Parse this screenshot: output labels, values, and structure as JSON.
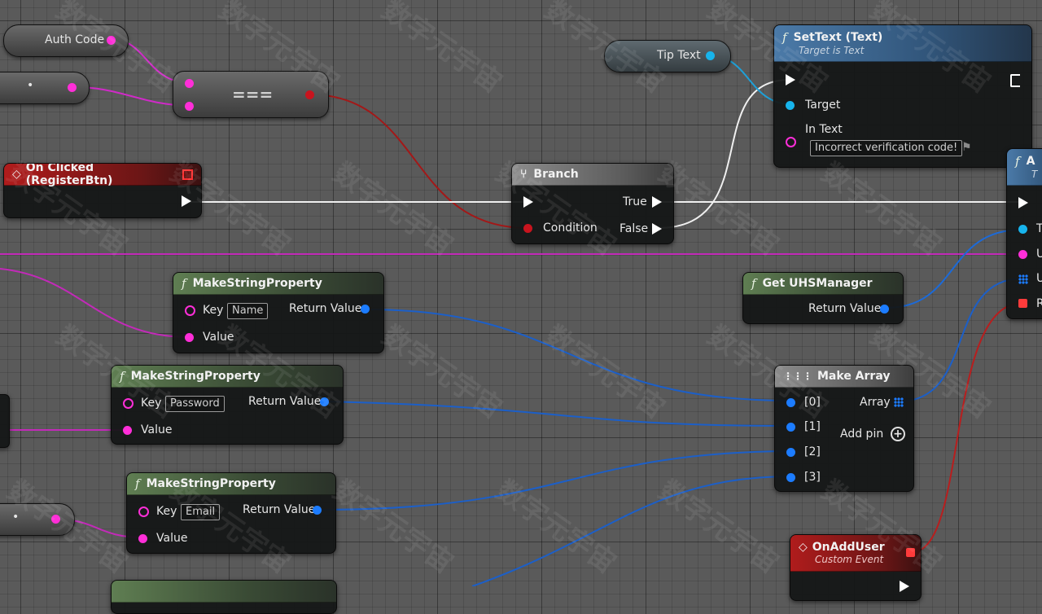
{
  "nodes": {
    "auth_code": {
      "label": "Auth Code"
    },
    "dot_top": {
      "label": "•"
    },
    "dot_bottom": {
      "label": "•"
    },
    "equal": {
      "label": "==="
    },
    "on_clicked": {
      "title": "On Clicked (RegisterBtn)"
    },
    "branch": {
      "title": "Branch",
      "true_label": "True",
      "false_label": "False",
      "condition_label": "Condition"
    },
    "tip_text": {
      "label": "Tip Text"
    },
    "set_text": {
      "title": "SetText (Text)",
      "subtitle": "Target is Text",
      "target_label": "Target",
      "in_text_label": "In Text",
      "in_text_value": "Incorrect verification code!"
    },
    "right_partial": {
      "title": "A",
      "subtitle": "T",
      "pin1": "T",
      "pin2": "U",
      "pin3": "Us",
      "pin4": "Re"
    },
    "get_uhs": {
      "title": "Get UHSManager",
      "return_label": "Return Value"
    },
    "make_string_1": {
      "title": "MakeStringProperty",
      "key_label": "Key",
      "key_value": "Name",
      "value_label": "Value",
      "return_label": "Return Value"
    },
    "make_string_2": {
      "title": "MakeStringProperty",
      "key_label": "Key",
      "key_value": "Password",
      "value_label": "Value",
      "return_label": "Return Value"
    },
    "make_string_3": {
      "title": "MakeStringProperty",
      "key_label": "Key",
      "key_value": "Email",
      "value_label": "Value",
      "return_label": "Return Value"
    },
    "make_array": {
      "title": "Make Array",
      "items": [
        "[0]",
        "[1]",
        "[2]",
        "[3]"
      ],
      "array_label": "Array",
      "add_pin_label": "Add pin"
    },
    "on_add_user": {
      "title": "OnAddUser",
      "subtitle": "Custom Event"
    }
  },
  "colors": {
    "string_pin": "#ff2ed8",
    "object_pin": "#1c7cff",
    "text_pin": "#17b4ec",
    "bool_pin": "#c8141e",
    "exec": "#ffffff",
    "function_header": "#5f7e52",
    "event_header": "#b01c1c",
    "settext_header": "#4b7aa8"
  },
  "icons": {
    "function": "function-icon",
    "event": "event-diamond-icon",
    "branch": "branch-icon",
    "array": "make-array-icon",
    "add": "add-pin-icon",
    "flag": "flag-icon"
  },
  "watermark": "数字元宇宙"
}
